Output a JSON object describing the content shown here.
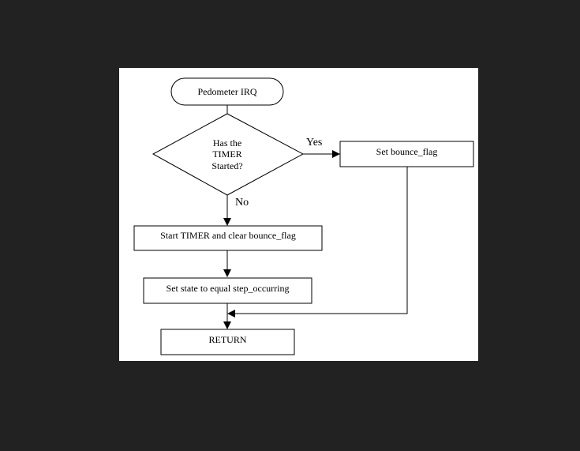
{
  "colors": {
    "background": "#222222",
    "canvas": "#ffffff",
    "stroke": "#000000"
  },
  "flowchart": {
    "start": "Pedometer IRQ",
    "decision": {
      "line1": "Has the",
      "line2": "TIMER",
      "line3": "Started?"
    },
    "yes_label": "Yes",
    "no_label": "No",
    "yes_action": "Set bounce_flag",
    "no_action": "Start TIMER and clear bounce_flag",
    "set_state": "Set state to equal step_occurring",
    "end": "RETURN"
  }
}
